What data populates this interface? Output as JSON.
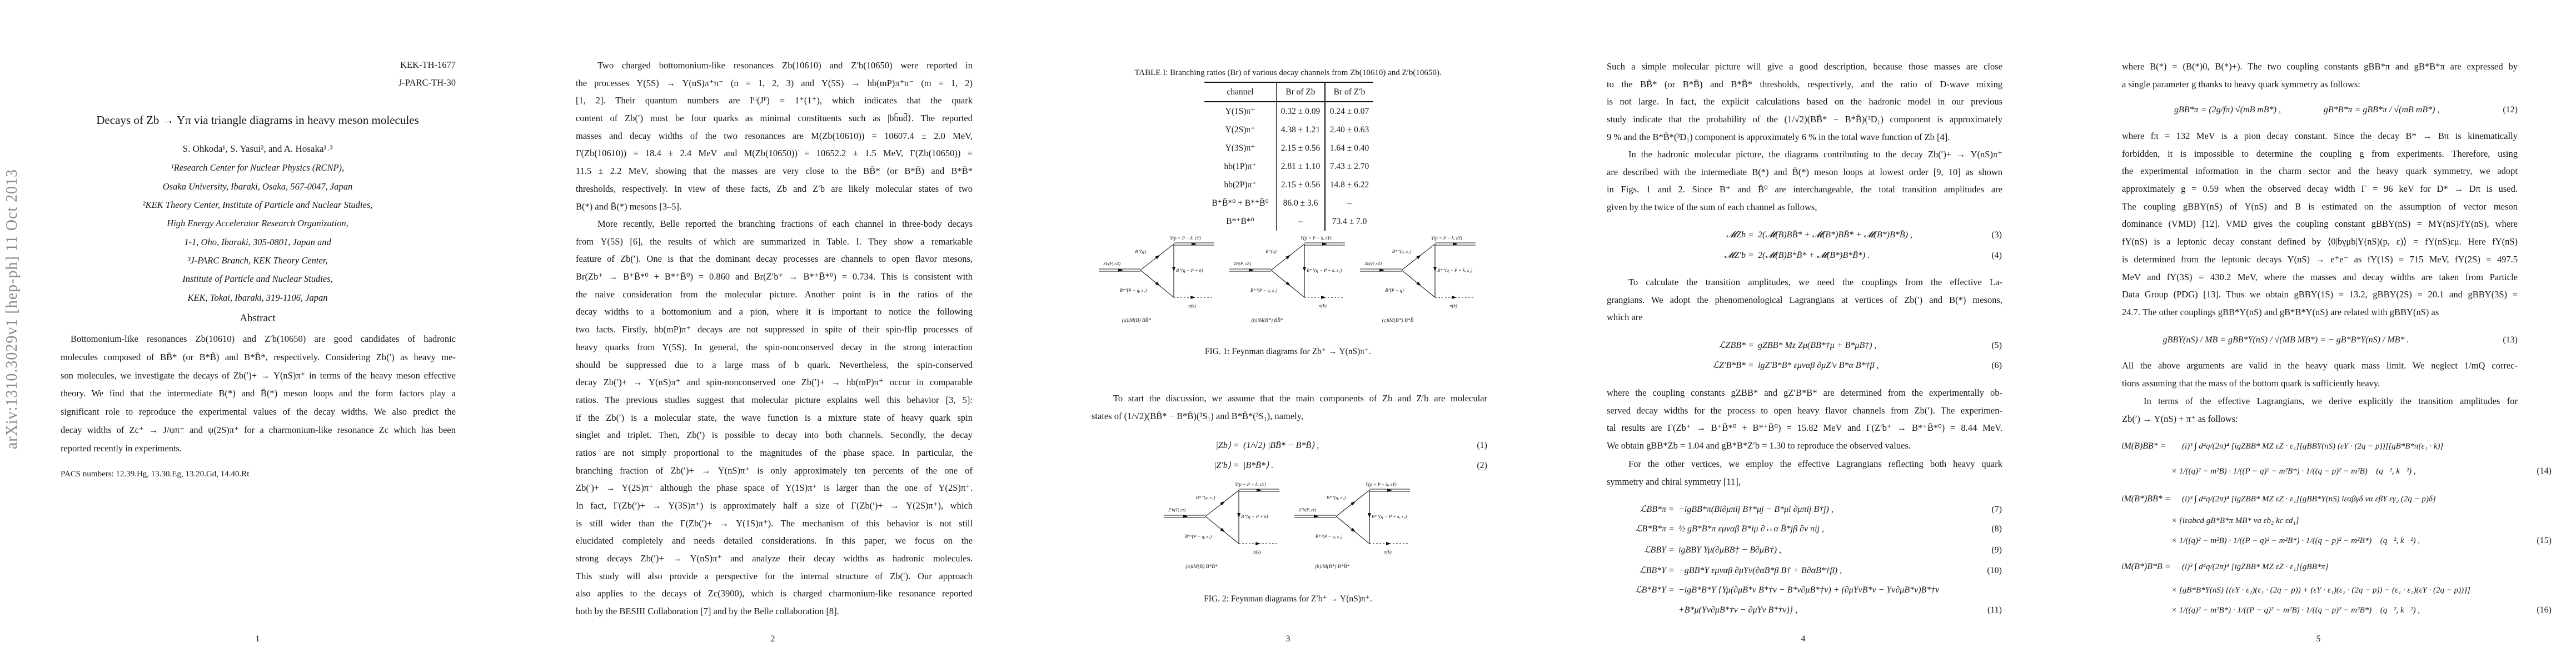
{
  "arxiv_stamp": "arXiv:1310.3029v1  [hep-ph]  11 Oct 2013",
  "page1": {
    "report_numbers": [
      "KEK-TH-1677",
      "J-PARC-TH-30"
    ],
    "title": "Decays of Zb → Υπ via triangle diagrams in heavy meson molecules",
    "authors": "S. Ohkoda¹, S. Yasui², and A. Hosaka¹˒³",
    "affiliations": [
      "¹Research Center for Nuclear Physics (RCNP),",
      "Osaka University, Ibaraki, Osaka, 567-0047, Japan",
      "²KEK Theory Center, Institute of Particle and Nuclear Studies,",
      "High Energy Accelerator Research Organization,",
      "1-1, Oho, Ibaraki, 305-0801, Japan and",
      "³J-PARC Branch, KEK Theory Center,",
      "Institute of Particle and Nuclear Studies,",
      "KEK, Tokai, Ibaraki, 319-1106, Japan"
    ],
    "abstract_heading": "Abstract",
    "abstract_lines": [
      "Bottomonium-like resonances Zb(10610) and Z′b(10650) are good candidates of hadronic",
      "molecules composed of BB̄* (or B*B̄) and B*B̄*, respectively. Considering Zb(′) as heavy me-",
      "son molecules, we investigate the decays of Zb(′)+ → Υ(nS)π⁺ in terms of the heavy meson effective",
      "theory. We find that the intermediate B(*) and B̄(*) meson loops and the form factors play a",
      "significant role to reproduce the experimental values of the decay widths. We also predict the",
      "decay widths of Zc⁺ → J/ψπ⁺ and ψ(2S)π⁺ for a charmonium-like resonance Zc which has been",
      "reported recently in experiments."
    ],
    "pacs": "PACS numbers: 12.39.Hg, 13.30.Eg, 13.20.Gd, 14.40.Rt",
    "page_number": "1"
  },
  "page2": {
    "paragraph1": [
      "Two charged bottomonium-like resonances Zb(10610) and Z′b(10650) were reported in",
      "the processes Υ(5S) → Υ(nS)π⁺π⁻ (n = 1, 2, 3) and Υ(5S) → hb(mP)π⁺π⁻ (m = 1, 2)",
      "[1, 2]. Their quantum numbers are Iᴳ(Jᴾ) = 1⁺(1⁺), which indicates that the quark",
      "content of Zb(′) must be four quarks as minimal constituents such as |bb̄ud̄⟩. The reported",
      "masses and decay widths of the two resonances are M(Zb(10610)) = 10607.4 ± 2.0 MeV,",
      "Γ(Zb(10610)) = 18.4 ± 2.4 MeV and M(Zb(10650)) = 10652.2 ± 1.5 MeV, Γ(Zb(10650)) =",
      "11.5 ± 2.2 MeV, showing that the masses are very close to the BB̄* (or B*B̄) and B*B̄*",
      "thresholds, respectively. In view of these facts, Zb and Z′b are likely molecular states of two",
      "B(*) and B̄(*) mesons [3–5]."
    ],
    "paragraph2": [
      "More recently, Belle reported the branching fractions of each channel in three-body decays",
      "from Υ(5S) [6], the results of which are summarized in Table. I. They show a remarkable",
      "feature of Zb(′). One is that the dominant decay processes are channels to open flavor mesons,",
      "Br(Zb⁺ → B⁺B̄*⁰ + B*⁺B̄⁰) = 0.860 and Br(Z′b⁺ → B*⁺B̄*⁰) = 0.734. This is consistent with",
      "the naive consideration from the molecular picture. Another point is in the ratios of the",
      "decay widths to a bottomonium and a pion, where it is important to notice the following",
      "two facts. Firstly, hb(mP)π⁺ decays are not suppressed in spite of their spin-flip processes of",
      "heavy quarks from Υ(5S). In general, the spin-nonconserved decay in the strong interaction",
      "should be suppressed due to a large mass of b quark. Nevertheless, the spin-conserved",
      "decay Zb(′)+ → Υ(nS)π⁺ and spin-nonconserved one Zb(′)+ → hb(mP)π⁺ occur in comparable",
      "ratios. The previous studies suggest that molecular picture explains well this behavior [3, 5]:",
      "if the Zb(′) is a molecular state, the wave function is a mixture state of heavy quark spin",
      "singlet and triplet. Then, Zb(′) is possible to decay into both channels. Secondly, the decay",
      "ratios are not simply proportional to the magnitudes of the phase space. In particular, the",
      "branching fraction of Zb(′)+ → Υ(nS)π⁺ is only approximately ten percents of the one of",
      "Zb(′)+ → Υ(2S)π⁺ although the phase space of Υ(1S)π⁺ is larger than the one of Υ(2S)π⁺.",
      "In fact, Γ(Zb(′)+ → Υ(3S)π⁺) is approximately half a size of Γ(Zb(′)+ → Υ(2S)π⁺), which",
      "is still wider than the Γ(Zb(′)+ → Υ(1S)π⁺). The mechanism of this behavior is not still",
      "elucidated completely and needs detailed considerations. In this paper, we focus on the",
      "strong decays Zb(′)+ → Υ(nS)π⁺ and analyze their decay widths as hadronic molecules.",
      "This study will also provide a perspective for the internal structure of Zb(′). Our approach",
      "also applies to the decays of Zc(3900), which is charged charmonium-like resonance reported",
      "both by the BESIII Collaboration [7] and by the Belle collaboration [8]."
    ],
    "page_number": "2"
  },
  "page3": {
    "table": {
      "caption": "TABLE I: Branching ratios (Br) of various decay channels from Zb(10610) and Z′b(10650).",
      "headers": [
        "channel",
        "Br of Zb",
        "Br of Z′b"
      ],
      "rows": [
        [
          "Υ(1S)π⁺",
          "0.32 ± 0.09",
          "0.24 ± 0.07"
        ],
        [
          "Υ(2S)π⁺",
          "4.38 ± 1.21",
          "2.40 ± 0.63"
        ],
        [
          "Υ(3S)π⁺",
          "2.15 ± 0.56",
          "1.64 ± 0.40"
        ],
        [
          "hb(1P)π⁺",
          "2.81 ± 1.10",
          "7.43 ± 2.70"
        ],
        [
          "hb(2P)π⁺",
          "2.15 ± 0.56",
          "14.8 ± 6.22"
        ],
        [
          "B⁺B̄*⁰ + B*⁺B̄⁰",
          "86.0 ± 3.6",
          "–"
        ],
        [
          "B*⁺B̄*⁰",
          "–",
          "73.4 ± 7.0"
        ]
      ]
    },
    "fig1": {
      "caption": "FIG. 1: Feynman diagrams for Zb⁺ → Υ(nS)π⁺.",
      "diagrams": [
        {
          "incoming": "Zb(P, εZ)",
          "upsilon": "Υ(p = P − k, εΥ)",
          "upper": "B⁺(q)",
          "vertical": "B⁺(q − P + k)",
          "lower": "B̄*⁰(P − q, ε₁)",
          "pion": "π(k)",
          "label": "(a)iM(B) BB̄*"
        },
        {
          "incoming": "Zb(P, εZ)",
          "upsilon": "Υ(p = P − k, εΥ)",
          "upper": "B⁺(q)",
          "vertical": "B*⁺(q − P + k, ε₂)",
          "lower": "B̄*⁰(P − q, ε₁)",
          "pion": "π(k)",
          "label": "(b)iM(B*) BB̄*"
        },
        {
          "incoming": "Zb(P, εZ)",
          "upsilon": "Υ(p = P − k, εΥ)",
          "upper": "B*⁺(q, ε₁)",
          "vertical": "B*⁺(q − P + k, ε₂)",
          "lower": "B̄⁰(P − q)",
          "pion": "π(k)",
          "label": "(c)iM(B*) B*B̄"
        }
      ]
    },
    "paragraph": [
      "To start the discussion, we assume that the main components of Zb and Z′b are molecular",
      "states of (1/√2)(BB̄* − B*B̄)(³S₁) and B*B̄*(³S₁), namely,"
    ],
    "equations": [
      {
        "lhs": "|Zb⟩",
        "rhs": "(1/√2) |BB̄* − B*B̄⟩ ,",
        "num": "(1)"
      },
      {
        "lhs": "|Z′b⟩",
        "rhs": "|B*B̄*⟩ .",
        "num": "(2)"
      }
    ],
    "fig2": {
      "caption": "FIG. 2: Feynman diagrams for Z′b⁺ → Υ(nS)π⁺.",
      "diagrams": [
        {
          "incoming": "Z′b(P, εz)",
          "upsilon": "Υ(p = P − k, εΥ)",
          "upper": "B*⁺(q, ε₁)",
          "vertical": "B⁺(q − P + k)",
          "lower": "B̄*⁰(P − q, ε₂)",
          "pion": "π(k)",
          "label": "(a)iM(B) B*B̄*"
        },
        {
          "incoming": "Z′b(P, εz)",
          "upsilon": "Υ(p = P − k, εΥ)",
          "upper": "B*⁺(q, ε₁)",
          "vertical": "B*⁺(q − P + k, ε₃)",
          "lower": "B̄*⁰(P − q, ε₂)",
          "pion": "π(k)",
          "label": "(b)iM(B*) B*B̄*"
        }
      ]
    },
    "page_number": "3"
  },
  "page4": {
    "paragraph1": [
      "Such a simple molecular picture will give a good description, because those masses are close",
      "to the BB̄* (or B*B̄) and B*B̄* thresholds, respectively, and the ratio of D-wave mixing",
      "is not large. In fact, the explicit calculations based on the hadronic model in our previous",
      "study indicate that the probability of the (1/√2)(BB̄* − B*B̄)(³D₁) component is approximately",
      "9 % and the B*B̄*(³D₁) component is approximately 6 % in the total wave function of Zb [4]."
    ],
    "paragraph2": [
      "In the hadronic molecular picture, the diagrams contributing to the decay Zb(′)+ → Υ(nS)π⁺",
      "are described with the intermediate B(*) and B̄(*) meson loops at lowest order [9, 10] as shown",
      "in Figs. 1 and 2. Since B⁺ and B̄⁰ are interchangeable, the total transition amplitudes are",
      "given by the twice of the sum of each channel as follows,"
    ],
    "paragraph3": [
      "To calculate the transition amplitudes, we need the couplings from the effective La-",
      "grangians. We adopt the phenomenological Lagrangians at vertices of Zb(′) and B(*) mesons,",
      "which are"
    ],
    "paragraph4": [
      "where the coupling constants gZBB* and gZ′B*B* are determined from the experimentally ob-",
      "served decay widths for the process to open heavy flavor channels from Zb(′). The experimen-",
      "tal results are Γ(Zb⁺ → B⁺B̄*⁰ + B*⁺B̄⁰) = 15.82 MeV and Γ(Z′b⁺ → B*⁺B̄*⁰) = 8.44 MeV.",
      "We obtain gBB*Zb = 1.04 and gB*B*Z′b = 1.30 to reproduce the observed values."
    ],
    "paragraph5": [
      "For the other vertices, we employ the effective Lagrangians reflecting both heavy quark",
      "symmetry and chiral symmetry [11],"
    ],
    "equations": [
      {
        "lhs": "𝓜Zb",
        "rhs": "2(𝓜(B)BB̄* + 𝓜(B*)BB̄* + 𝓜(B*)B*B̄) ,",
        "num": "(3)"
      },
      {
        "lhs": "𝓜Z′b",
        "rhs": "2(𝓜(B)B*B̄* + 𝓜(B*)B*B̄*) .",
        "num": "(4)"
      },
      {
        "lhs": "ℒZBB*",
        "rhs": "gZBB* Mz Zμ(BB*†μ + B*μB†) ,",
        "num": "(5)"
      },
      {
        "lhs": "ℒZ′B*B*",
        "rhs": "igZ′B*B* εμναβ ∂μZ′ν B*α B*†β ,",
        "num": "(6)"
      },
      {
        "lhs": "ℒBB*π",
        "rhs": "−igBB*π(Bi∂μπij B†*μj − B*μi ∂μπij B†j) ,",
        "num": "(7)"
      },
      {
        "lhs": "ℒB*B*π",
        "rhs": "½ gB*B*π εμναβ B*iμ ∂↔α B̄*jβ ∂ν πij ,",
        "num": "(8)"
      },
      {
        "lhs": "ℒBBΥ",
        "rhs": "igBBΥ Υμ(∂μBB† − B∂μB†) ,",
        "num": "(9)"
      },
      {
        "lhs": "ℒBB*Υ",
        "rhs": "−gBB*Υ εμναβ ∂μΥν(∂αB*β B† + B∂αB*†β) ,",
        "num": "(10)"
      },
      {
        "lhs": "ℒB*B*Υ",
        "rhs": "−igB*B*Υ {Υμ(∂μB*ν B*†ν − B*ν∂μB*†ν) + (∂μΥνB*ν − Υν∂μB*ν)B*†ν",
        "num": ""
      },
      {
        "lhs": "",
        "rhs": "+B*μ(Υν∂μB*†ν − ∂μΥν B*†ν)} ,",
        "num": "(11)"
      }
    ],
    "page_number": "4"
  },
  "page5": {
    "paragraph1": [
      "where B(*) = (B(*)0, B(*)+). The two coupling constants gBB*π and gB*B*π are expressed by",
      "a single parameter g thanks to heavy quark symmetry as follows:"
    ],
    "eq12": {
      "left": "gBB*π = (2g/fπ) √(mB mB*) ,",
      "right": "gB*B*π = gBB*π / √(mB mB*) ,",
      "num": "(12)"
    },
    "paragraph2": [
      "where fπ = 132 MeV is a pion decay constant. Since the decay B* → Bπ is kinematically",
      "forbidden, it is impossible to determine the coupling g from experiments. Therefore, using",
      "the experimental information in the charm sector and the heavy quark symmetry, we adopt",
      "approximately g = 0.59 when the observed decay width Γ = 96 keV for D* → Dπ is used.",
      "The coupling gBBΥ(nS) of Υ(nS) and B is estimated on the assumption of vector meson",
      "dominance (VMD) [12]. VMD gives the coupling constant gBBΥ(nS) = MΥ(nS)/fΥ(nS), where",
      "fΥ(nS) is a leptonic decay constant defined by ⟨0|b̄γμb|Υ(nS)(p, ε)⟩ = fΥ(nS)εμ. Here fΥ(nS)",
      "is determined from the leptonic decays Υ(nS) → e⁺e⁻ as fΥ(1S) = 715 MeV, fΥ(2S) = 497.5",
      "MeV and fΥ(3S) = 430.2 MeV, where the masses and decay widths are taken from Particle",
      "Data Group (PDG) [13]. Thus we obtain gBBΥ(1S) = 13.2, gBBΥ(2S) = 20.1 and gBBΥ(3S) =",
      "24.7. The other couplings gBB*Υ(nS) and gB*B*Υ(nS) are related with gBBΥ(nS) as"
    ],
    "eq13": {
      "text": "gBBΥ(nS) / MB  =  gBB*Υ(nS) / √(MB MB*)  =  − gB*B*Υ(nS) / MB* .",
      "num": "(13)"
    },
    "paragraph3": [
      "All the above arguments are valid in the heavy quark mass limit. We neglect 1/mQ correc-",
      "tions assuming that the mass of the bottom quark is sufficiently heavy."
    ],
    "paragraph4": [
      "In terms of the effective Lagrangians, we derive explicitly the transition amplitudes for",
      "Zb(′) → Υ(nS) + π⁺ as follows:"
    ],
    "amplitudes": [
      {
        "lhs": "iM(B)BB* =",
        "rhs": "(i)³ ∫ d⁴q/(2π)⁴ [igZBB* MZ εZ · ε₁][gBBΥ(nS) (εΥ · (2q − p))][gB*B*π(ε₁ · k)]",
        "num": ""
      },
      {
        "lhs": "",
        "rhs": "× 1/((q)² − m²B) · 1/((P − q)² − m²B*) · 1/((q − p)² − m²B) 𝓕(q⃗², k⃗²) ,",
        "num": "(14)"
      },
      {
        "lhs": "iM(B*)BB* =",
        "rhs": "(i)³ ∫ d⁴q/(2π)⁴ [igZBB* MZ εZ · ε₁][gBB*Υ(nS) iεαβγδ vα εβΥ εγ₂ (2q − p)δ]",
        "num": ""
      },
      {
        "lhs": "",
        "rhs": "× [iεabcd gB*B*π MB* va εb₂ kc εd₁]",
        "num": ""
      },
      {
        "lhs": "",
        "rhs": "× 1/((q)² − m²B) · 1/((P − q)² − m²B*) · 1/((q − p)² − m²B*) 𝓕(q⃗², k⃗²) ,",
        "num": "(15)"
      },
      {
        "lhs": "iM(B*)B*B =",
        "rhs": "(i)³ ∫ d⁴q/(2π)⁴ [igZBB* MZ εZ · ε₁][gBB*π]",
        "num": ""
      },
      {
        "lhs": "",
        "rhs": "× [gB*B*Υ(nS) {(εΥ · ε₂)(ε₁ · (2q − p)) + (εΥ · ε₁)(ε₂ · (2q − p)) − (ε₁ · ε₂)(εΥ · (2q − p))}]",
        "num": ""
      },
      {
        "lhs": "",
        "rhs": "× 1/((q)² − m²B*) · 1/((P − q)² − m²B) · 1/((q − p)² − m²B*) 𝓕(q⃗², k⃗²) ,",
        "num": "(16)"
      }
    ],
    "page_number": "5"
  },
  "eq_sign": "="
}
